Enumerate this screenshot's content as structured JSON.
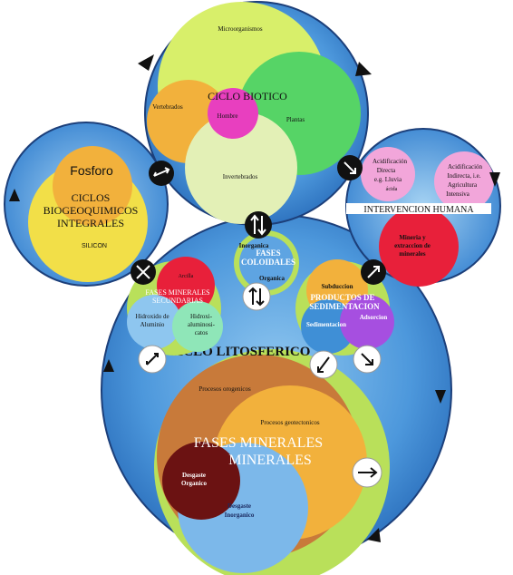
{
  "biotic": {
    "title": "CICLO BIOTICO",
    "microorganisms": "Microorganismos",
    "vertebrates": "Vertebrados",
    "man": "Hombre",
    "plants": "Plantas",
    "invertebrates": "Invertebrados"
  },
  "biogeochemical": {
    "phosphorus": "Fosforo",
    "title_line1": "CICLOS",
    "title_line2": "BIOGEOQUIMICOS",
    "title_line3": "INTEGRALES",
    "silicon": "SILICON"
  },
  "human": {
    "title": "INTERVENCION HUMANA",
    "direct_acid_1": "Acidificación",
    "direct_acid_2": "Directa",
    "direct_acid_3": "e.g. Lluvia",
    "direct_acid_4": "ácida",
    "indirect_acid_1": "Acidificación",
    "indirect_acid_2": "Indirecta, i.e.",
    "indirect_acid_3": "Agricultura",
    "indirect_acid_4": "Intensiva",
    "mining_1": "Mineria y",
    "mining_2": "extraccion de",
    "mining_3": "minerales"
  },
  "colloidal": {
    "inorganic": "Inorganica",
    "title_line1": "FASES",
    "title_line2": "COLOIDALES",
    "organic": "Organica"
  },
  "secondary": {
    "clay": "Arcilla",
    "title_line1": "FASES MINERALES",
    "title_line2": "SECUNDARIAS",
    "al_hydroxide_1": "Hidroxido de",
    "al_hydroxide_2": "Aluminio",
    "hydroxy_1": "Hidroxi-",
    "hydroxy_2": "aluminosi-",
    "hydroxy_3": "catos"
  },
  "sedimentation": {
    "subduction": "Subduccion",
    "title_line1": "PRODUCTOS DE",
    "title_line2": "SEDIMENTACION",
    "sedimentation": "Sedimentacion",
    "adsorption": "Adsorcion"
  },
  "lithosphere": {
    "title": "CICLO LITOSFERICO",
    "orogenic": "Procesos orogenicos",
    "geotectonic": "Procesos geotectonicos",
    "mineral_phases_1": "FASES MINERALES",
    "mineral_phases_2": "MINERALES",
    "organic_wear_1": "Desgaste",
    "organic_wear_2": "Organico",
    "inorganic_wear_1": "Desgaste",
    "inorganic_wear_2": "Inorganico"
  },
  "colors": {
    "ocean_blue": "#3f8fd6",
    "light_blue": "#8ec6ef",
    "yellow_green": "#b9e05a",
    "lime": "#d8ef6a",
    "orange": "#f2b13c",
    "green": "#56d466",
    "magenta": "#e83fbf",
    "pale_green": "#e3f0b6",
    "red": "#e8203a",
    "pink": "#f2a6da",
    "purple": "#a64fe0",
    "brown": "#c87a3a",
    "dark_red": "#6b1212",
    "sky": "#7cb8ea"
  }
}
